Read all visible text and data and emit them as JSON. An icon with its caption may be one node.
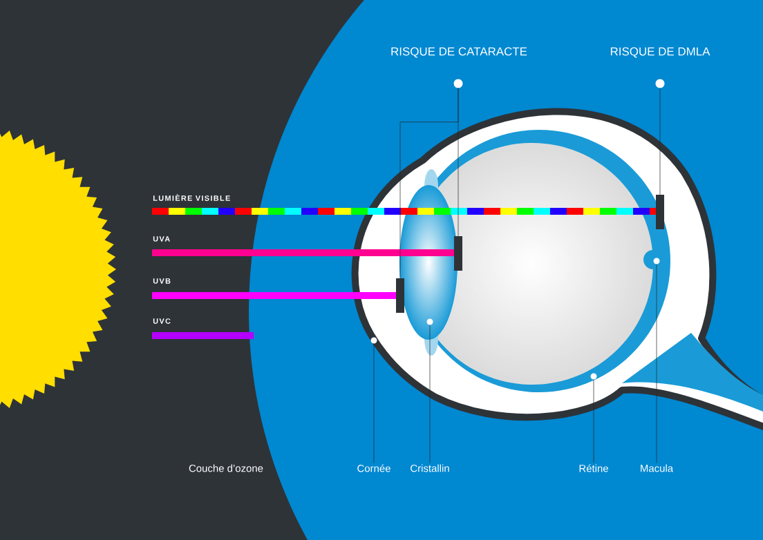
{
  "diagram": {
    "nodes": [
      {
        "text": [],
        "shape": "circle"
      },
      {
        "text": [],
        "shape": "circle"
      },
      {
        "text": [],
        "shape": "bar"
      },
      {
        "text": [],
        "shape": "bar"
      },
      {
        "text": [],
        "shape": "bar"
      },
      {
        "text": [],
        "shape": "circle"
      },
      {
        "text": [],
        "shape": "circle"
      },
      {
        "text": [],
        "shape": "circle"
      },
      {
        "text": [],
        "shape": "circle"
      },
      {
        "text": [
          "Cornée"
        ]
      },
      {
        "text": [
          "Cristallin"
        ]
      },
      {
        "text": [
          "Rétine"
        ]
      },
      {
        "text": [
          "Macula"
        ]
      }
    ],
    "edges": [
      {
        "from": 0,
        "to": 3,
        "arrow": "none"
      },
      {
        "from": 0,
        "to": 2,
        "arrow": "none"
      },
      {
        "from": 1,
        "to": 4,
        "arrow": "none"
      },
      {
        "from": 9,
        "to": 5,
        "arrow": "none"
      },
      {
        "from": 10,
        "to": 6,
        "arrow": "none"
      },
      {
        "from": 11,
        "to": 7,
        "arrow": "none"
      },
      {
        "from": 12,
        "to": 8,
        "arrow": "none"
      }
    ],
    "labels": [
      "RISQUE DE CATARACTE",
      "RISQUE DE DMLA",
      "LUMIÈRE VISIBLE",
      "UVA",
      "UVB",
      "UVC",
      "Couche d’ozone"
    ]
  }
}
